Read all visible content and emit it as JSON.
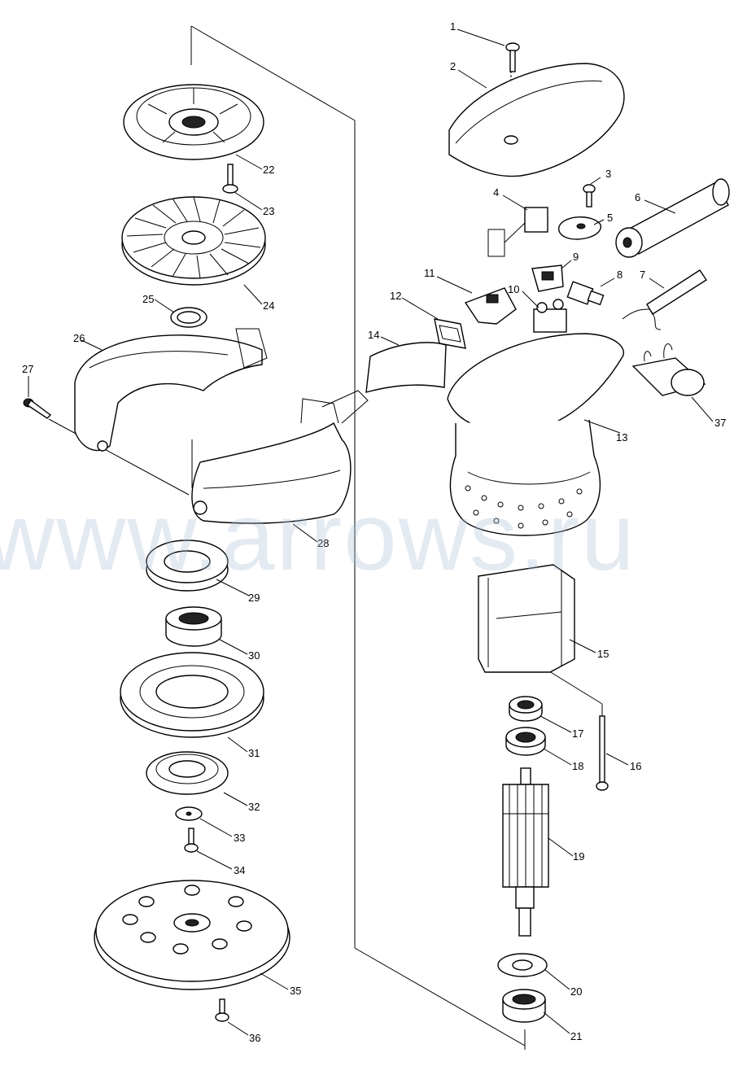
{
  "watermark": "www.arrows.ru",
  "callouts": [
    {
      "id": "c1",
      "text": "1"
    },
    {
      "id": "c2",
      "text": "2"
    },
    {
      "id": "c3",
      "text": "3"
    },
    {
      "id": "c4",
      "text": "4"
    },
    {
      "id": "c5",
      "text": "5"
    },
    {
      "id": "c6",
      "text": "6"
    },
    {
      "id": "c7",
      "text": "7"
    },
    {
      "id": "c8",
      "text": "8"
    },
    {
      "id": "c9",
      "text": "9"
    },
    {
      "id": "c10",
      "text": "10"
    },
    {
      "id": "c11",
      "text": "11"
    },
    {
      "id": "c12",
      "text": "12"
    },
    {
      "id": "c13",
      "text": "13"
    },
    {
      "id": "c14",
      "text": "14"
    },
    {
      "id": "c15",
      "text": "15"
    },
    {
      "id": "c16",
      "text": "16"
    },
    {
      "id": "c17",
      "text": "17"
    },
    {
      "id": "c18",
      "text": "18"
    },
    {
      "id": "c19",
      "text": "19"
    },
    {
      "id": "c20",
      "text": "20"
    },
    {
      "id": "c21",
      "text": "21"
    },
    {
      "id": "c22",
      "text": "22"
    },
    {
      "id": "c23",
      "text": "23"
    },
    {
      "id": "c24",
      "text": "24"
    },
    {
      "id": "c25",
      "text": "25"
    },
    {
      "id": "c26",
      "text": "26"
    },
    {
      "id": "c27",
      "text": "27"
    },
    {
      "id": "c28",
      "text": "28"
    },
    {
      "id": "c29",
      "text": "29"
    },
    {
      "id": "c30",
      "text": "30"
    },
    {
      "id": "c31",
      "text": "31"
    },
    {
      "id": "c32",
      "text": "32"
    },
    {
      "id": "c33",
      "text": "33"
    },
    {
      "id": "c34",
      "text": "34"
    },
    {
      "id": "c35",
      "text": "35"
    },
    {
      "id": "c36",
      "text": "36"
    },
    {
      "id": "c37",
      "text": "37"
    }
  ]
}
